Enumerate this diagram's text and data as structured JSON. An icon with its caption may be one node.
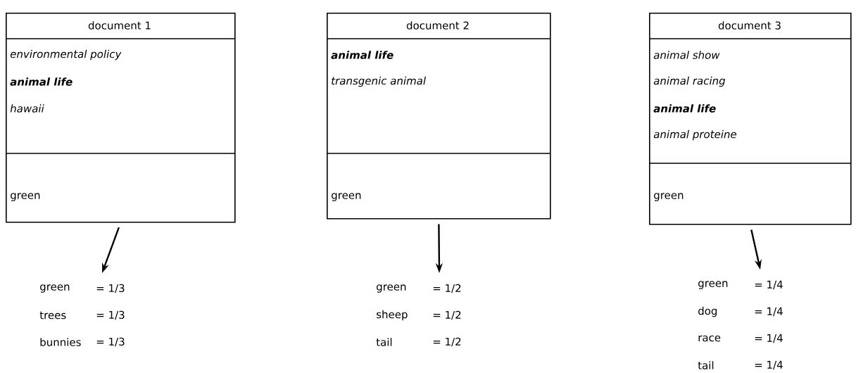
{
  "diagram": {
    "nodes": [
      {
        "text": [
          "document 1",
          "environmental policy",
          "**animal life**",
          "hawaii",
          "green"
        ]
      },
      {
        "text": [
          "green",
          "= 1/3",
          "trees",
          "= 1/3",
          "bunnies",
          "= 1/3"
        ]
      },
      {
        "text": [
          "document 2",
          "**animal life**",
          "transgenic animal",
          "green"
        ]
      },
      {
        "text": [
          "green",
          "= 1/2",
          "sheep",
          "= 1/2",
          "tail",
          "= 1/2"
        ]
      },
      {
        "text": [
          "document 3",
          "animal show",
          "animal racing",
          "**animal life**",
          "animal proteine",
          "green"
        ]
      },
      {
        "text": [
          "green",
          "= 1/4",
          "dog",
          "= 1/4",
          "race",
          "= 1/4",
          "tail",
          "= 1/4"
        ]
      }
    ],
    "edges": [
      {
        "from": 0,
        "to": 1,
        "arrow": "to"
      },
      {
        "from": 2,
        "to": 3,
        "arrow": "to"
      },
      {
        "from": 4,
        "to": 5,
        "arrow": "to"
      }
    ]
  }
}
